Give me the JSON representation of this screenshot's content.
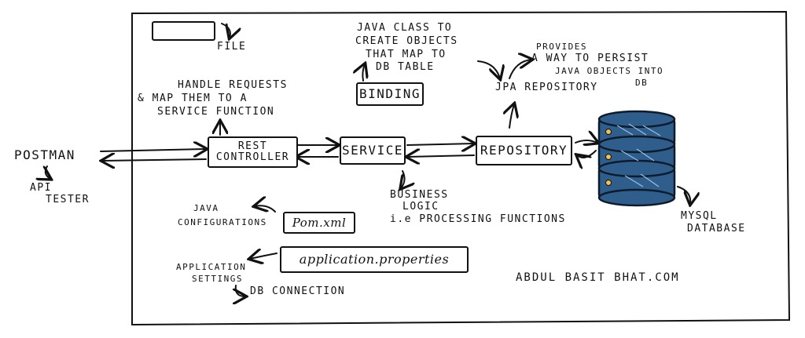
{
  "legend": {
    "file_label": "FILE"
  },
  "external": {
    "postman": "POSTMAN",
    "api_tester_1": "API",
    "api_tester_2": "TESTER"
  },
  "nodes": {
    "rest_controller_1": "REST",
    "rest_controller_2": "CONTROLLER",
    "service": "SERVICE",
    "repository": "REPOSITORY",
    "binding": "BINDING",
    "jpa_repository": "JPA REPOSITORY",
    "pom": "Pom.xml",
    "app_props": "application.properties",
    "database_1": "MYSQL",
    "database_2": "DATABASE"
  },
  "notes": {
    "handle_1": "HANDLE REQUESTS",
    "handle_2": "& MAP THEM TO A",
    "handle_3": "SERVICE FUNCTION",
    "java_class_1": "JAVA CLASS TO",
    "java_class_2": "CREATE OBJECTS",
    "java_class_3": "THAT MAP TO",
    "java_class_4": "DB TABLE",
    "provides_1": "PROVIDES",
    "provides_2": "A WAY TO PERSIST",
    "provides_3": "JAVA OBJECTS INTO",
    "provides_4": "DB",
    "business_1": "BUSINESS",
    "business_2": "LOGIC",
    "business_3": "i.e PROCESSING FUNCTIONS",
    "java_conf_1": "JAVA",
    "java_conf_2": "CONFIGURATIONS",
    "app_settings_1": "APPLICATION",
    "app_settings_2": "SETTINGS",
    "app_settings_3": "DB CONNECTION"
  },
  "credit": "ABDUL BASIT BHAT.COM"
}
